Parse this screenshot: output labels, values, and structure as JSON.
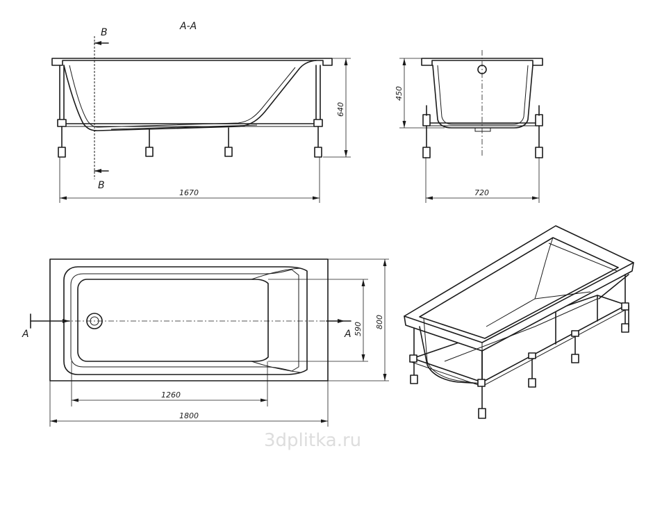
{
  "labels": {
    "section_title": "A-A",
    "section_b_top": "B",
    "section_b_bottom": "B",
    "section_a_left": "A",
    "section_a_right": "A"
  },
  "dimensions": {
    "side_length": "1670",
    "side_height": "640",
    "end_width": "720",
    "end_height": "450",
    "plan_inner_length": "1260",
    "plan_total_length": "1800",
    "plan_inner_width": "590",
    "plan_total_width": "800"
  },
  "watermark": "3dplitka.ru"
}
